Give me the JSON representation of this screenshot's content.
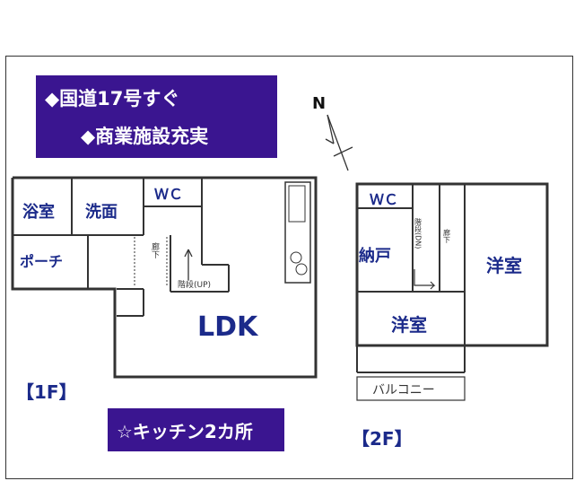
{
  "banners": {
    "line1": "◆国道17号すぐ",
    "line2": "◆商業施設充実",
    "kitchen": "☆キッチン2カ所"
  },
  "compass": {
    "label": "N"
  },
  "floor1": {
    "label": "【1F】",
    "rooms": {
      "bath": "浴室",
      "washroom": "洗面",
      "wc": "ＷＣ",
      "porch": "ポーチ",
      "hall": "廊下",
      "stairs": "階段(UP)",
      "ldk": "LDK"
    }
  },
  "floor2": {
    "label": "【2F】",
    "rooms": {
      "wc": "ＷＣ",
      "storage": "納戸",
      "stairs": "階段(DN)",
      "hall": "廊下",
      "western_right": "洋室",
      "western_center": "洋室",
      "balcony": "バルコニー"
    }
  }
}
